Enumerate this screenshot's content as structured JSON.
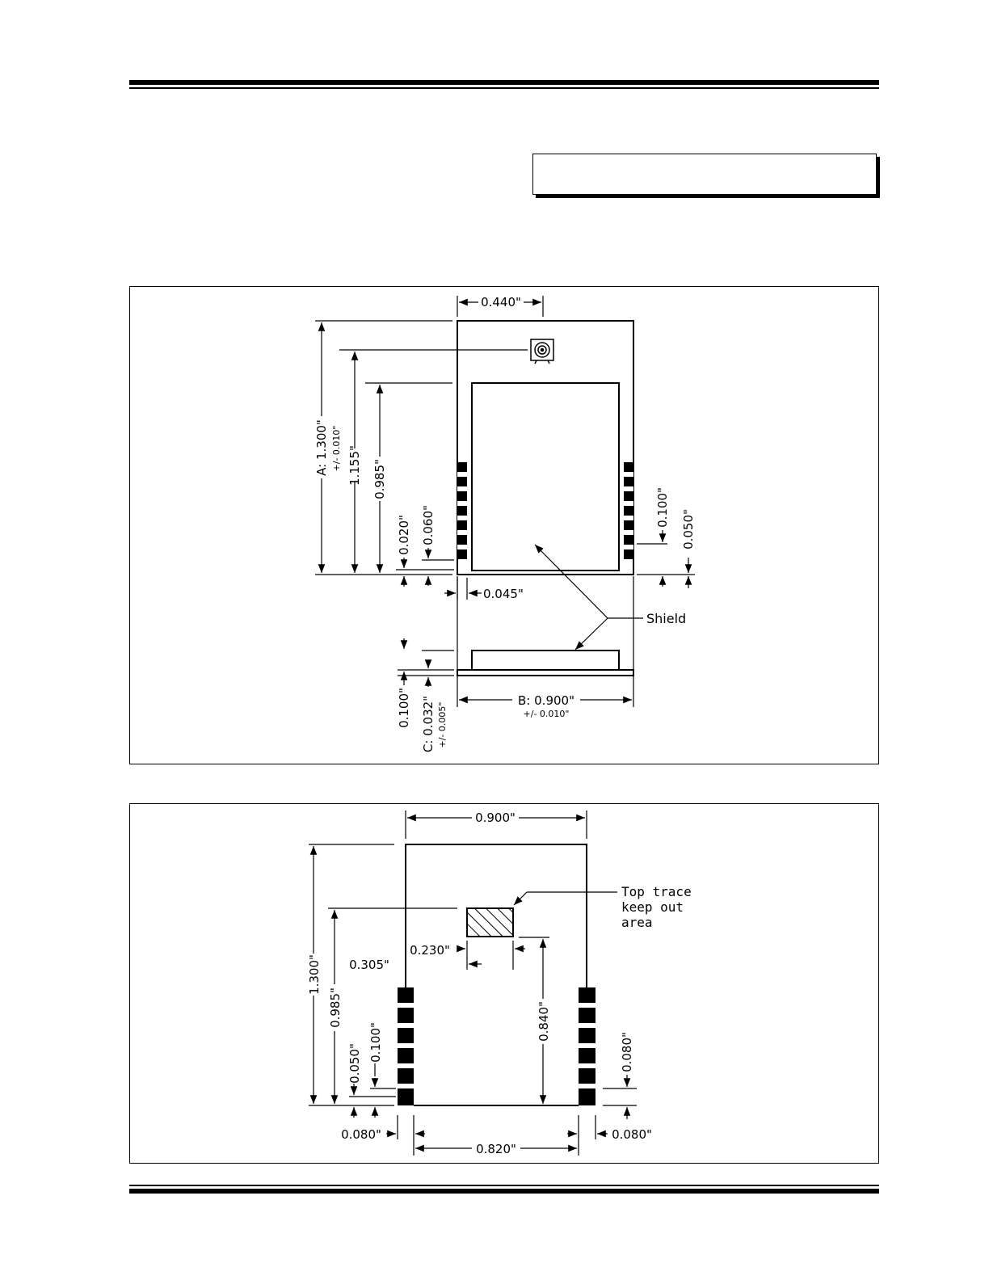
{
  "header": {
    "title_box_text": ""
  },
  "figure1": {
    "dims": {
      "top_width": "0.440\"",
      "A_label": "A: 1.300\"",
      "A_tol": "+/- 0.010\"",
      "h_1155": "1.155\"",
      "h_0985": "0.985\"",
      "h_0060": "0.060\"",
      "h_0020": "0.020\"",
      "h_0100": "0.100\"",
      "h_0050": "0.050\"",
      "w_0045": "0.045\"",
      "side_0100": "0.100\"",
      "C_label": "C: 0.032\"",
      "C_tol": "+/- 0.005\"",
      "B_label": "B: 0.900\"",
      "B_tol": "+/- 0.010\""
    },
    "shield_label": "Shield"
  },
  "figure2": {
    "dims": {
      "top_width": "0.900\"",
      "h_1300": "1.300\"",
      "h_0985": "0.985\"",
      "w_0230": "0.230\"",
      "w_0305": "0.305\"",
      "h_0840": "0.840\"",
      "h_0100": "0.100\"",
      "h_0050": "0.050\"",
      "h_0080": "0.080\"",
      "w_0080_left": "0.080\"",
      "w_0820": "0.820\"",
      "w_0080_right": "0.080\""
    },
    "keepout_label_1": "Top trace",
    "keepout_label_2": "keep out",
    "keepout_label_3": "area"
  }
}
